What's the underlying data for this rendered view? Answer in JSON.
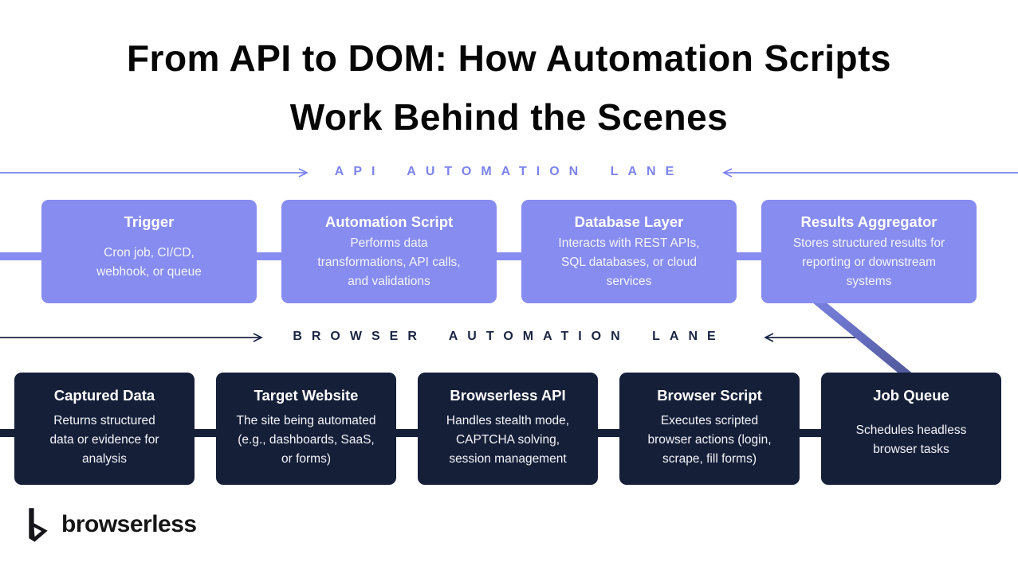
{
  "title": {
    "line1": "From API to DOM: How Automation Scripts",
    "line2": "Work Behind the Scenes"
  },
  "api_lane": {
    "label": "API AUTOMATION LANE",
    "boxes": [
      {
        "title": "Trigger",
        "body": "Cron job, CI/CD,\nwebhook, or queue"
      },
      {
        "title": "Automation Script",
        "body": "Performs data\ntransformations, API calls,\nand validations"
      },
      {
        "title": "Database Layer",
        "body": "Interacts with REST APIs,\nSQL databases, or cloud\nservices"
      },
      {
        "title": "Results Aggregator",
        "body": "Stores structured results for\nreporting or downstream\nsystems"
      }
    ]
  },
  "browser_lane": {
    "label": "BROWSER AUTOMATION LANE",
    "boxes": [
      {
        "title": "Captured Data",
        "body": "Returns structured\ndata or evidence for\nanalysis"
      },
      {
        "title": "Target Website",
        "body": "The site being automated\n(e.g., dashboards, SaaS,\nor forms)"
      },
      {
        "title": "Browserless API",
        "body": "Handles stealth mode,\nCAPTCHA solving,\nsession management"
      },
      {
        "title": "Browser Script",
        "body": "Executes scripted\nbrowser actions (login,\nscrape, fill forms)"
      },
      {
        "title": "Job Queue",
        "body": "Schedules headless\nbrowser tasks"
      }
    ]
  },
  "logo": {
    "wordmark": "browserless"
  },
  "colors": {
    "purple": "#868CF0",
    "navy": "#151F38",
    "lane_api": "#7C83EE",
    "lane_browser": "#1B2543",
    "diagonal_start": "#7A82E2",
    "diagonal_end": "#4F5899",
    "title": "#060606"
  }
}
